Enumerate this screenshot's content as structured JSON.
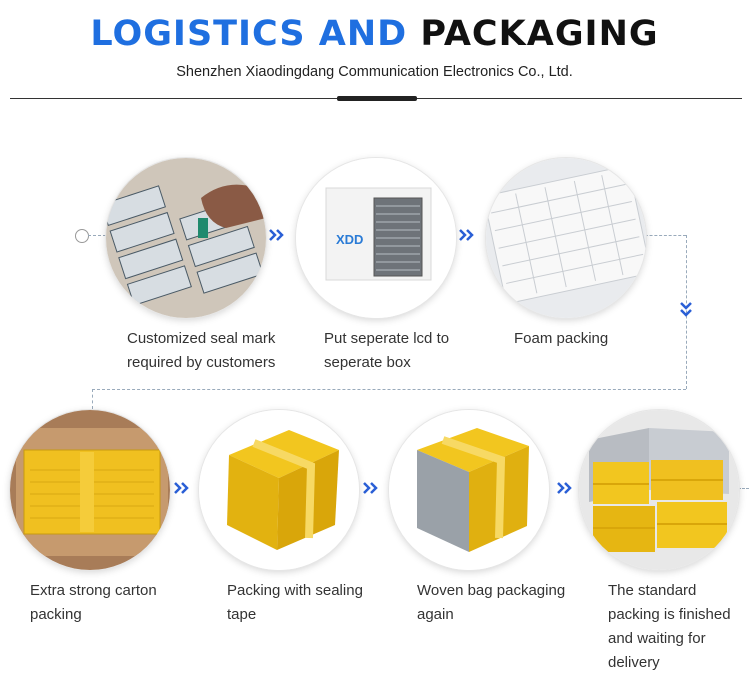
{
  "header": {
    "title_blue": "LOGISTICS AND",
    "title_black": "PACKAGING",
    "subtitle": "Shenzhen Xiaodingdang Communication Electronics Co., Ltd."
  },
  "steps": [
    {
      "line1": "Customized seal mark",
      "line2": "required by customers",
      "line3": "",
      "line4": ""
    },
    {
      "line1": "Put seperate lcd to",
      "line2": "seperate box",
      "line3": "",
      "line4": ""
    },
    {
      "line1": "Foam packing",
      "line2": "",
      "line3": "",
      "line4": ""
    },
    {
      "line1": "Extra strong carton",
      "line2": "packing",
      "line3": "",
      "line4": ""
    },
    {
      "line1": "Packing with sealing",
      "line2": "tape",
      "line3": "",
      "line4": ""
    },
    {
      "line1": "Woven bag packaging",
      "line2": "again",
      "line3": "",
      "line4": ""
    },
    {
      "line1": "The standard",
      "line2": "packing is finished",
      "line3": "and waiting for",
      "line4": "delivery"
    }
  ],
  "box_logo": "XDD",
  "colors": {
    "accent": "#1f6fe0",
    "tape_yellow": "#f2c61f",
    "arrow": "#2a5fd6"
  }
}
